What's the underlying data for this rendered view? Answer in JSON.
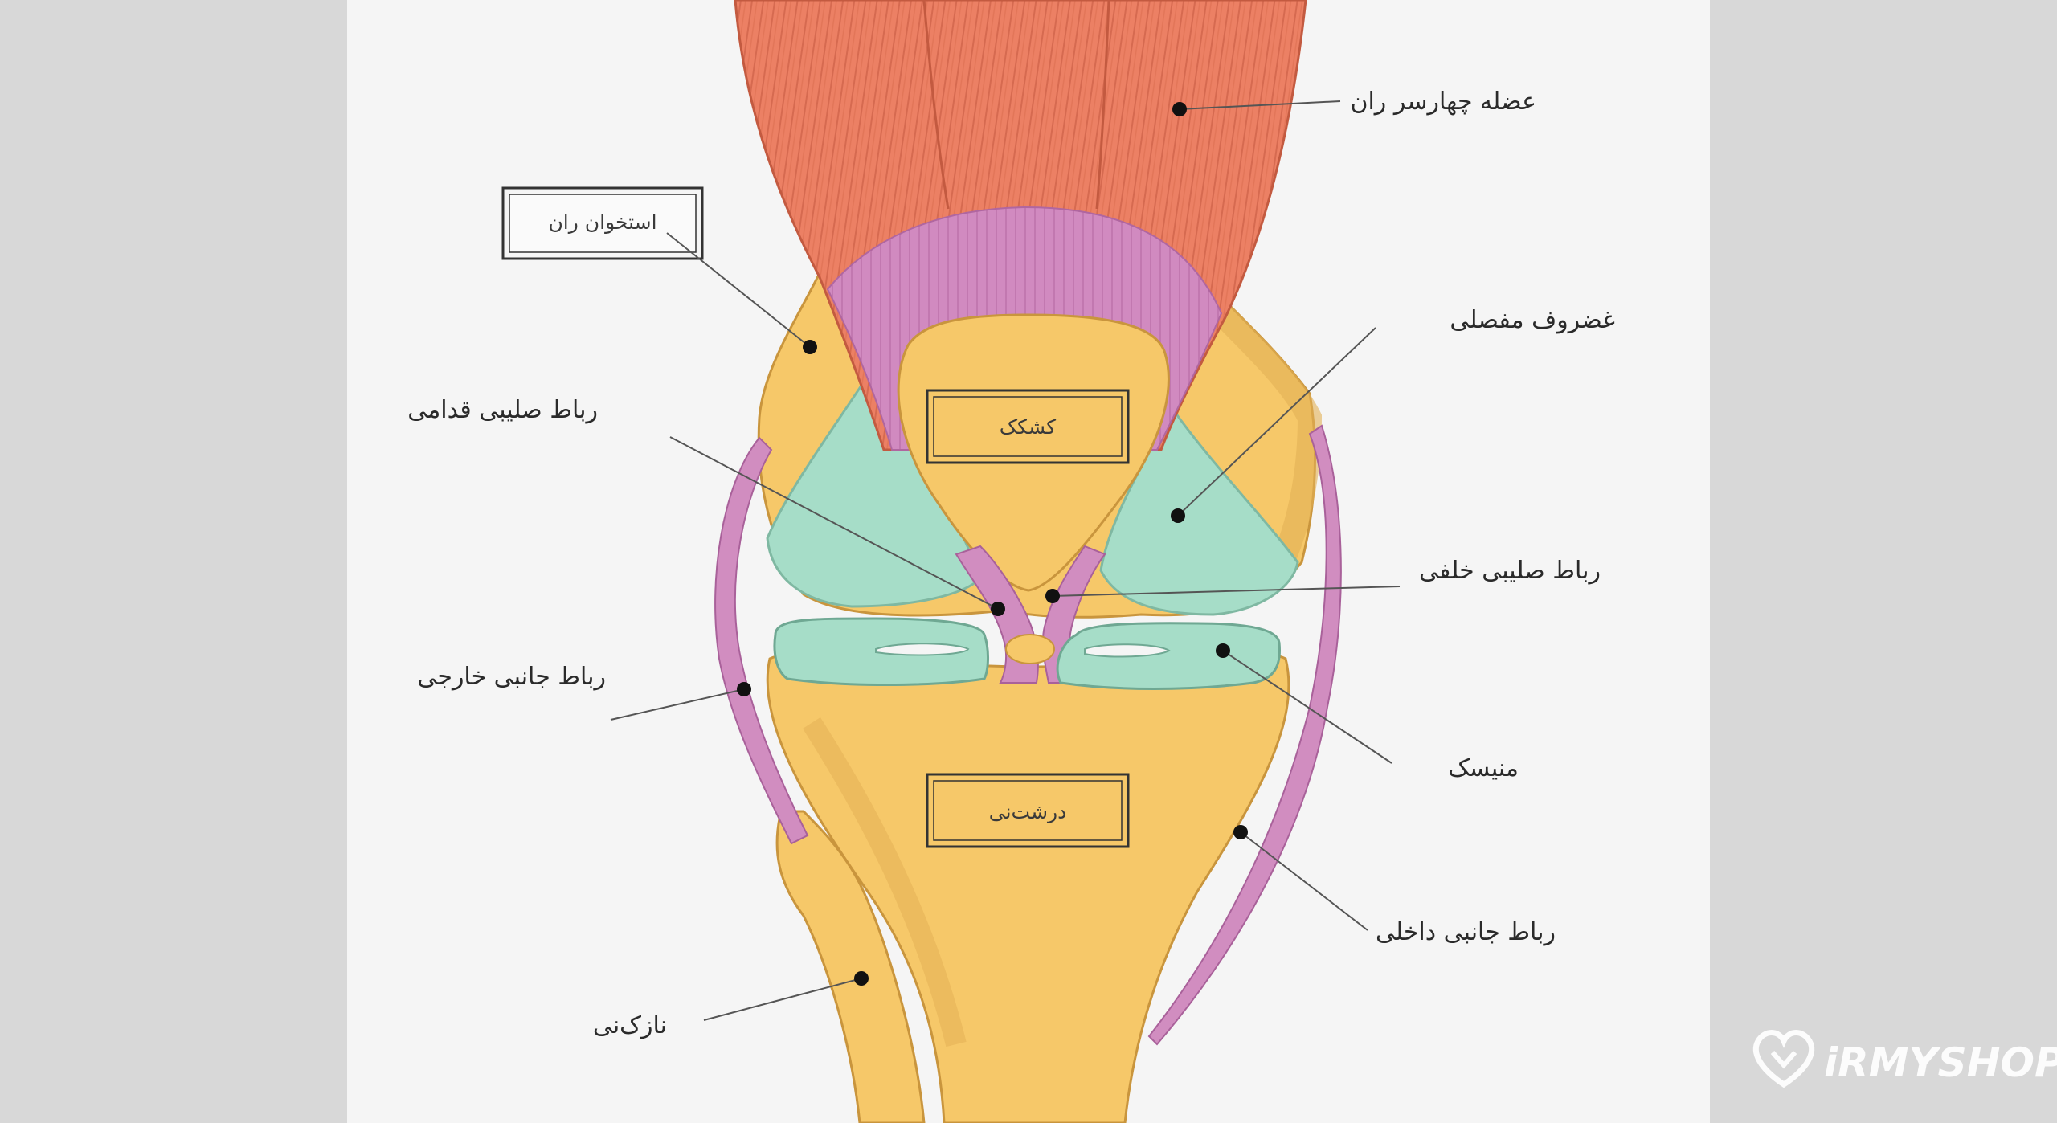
{
  "diagram": {
    "labels": {
      "quadriceps": "عضله چهارسر ران",
      "femur": "استخوان ران",
      "articular_cartilage": "غضروف مفصلی",
      "acl": "رباط صلیبی قدامی",
      "patella": "کشکک",
      "pcl": "رباط صلیبی خلفی",
      "lcl": "رباط جانبی خارجی",
      "meniscus": "منیسک",
      "tibia": "درشت‌نی",
      "mcl": "رباط جانبی داخلی",
      "fibula": "نازک‌نی"
    }
  },
  "watermark": {
    "text": "iRMYSHOP",
    "icon": "heart-logo-icon"
  },
  "colors": {
    "background": "#d8d8d8",
    "panel": "#f5f5f5",
    "muscle": "#ec8064",
    "tendon": "#d288bf",
    "bone": "#f6c869",
    "bone_shade": "#e3b055",
    "cartilage": "#a6ddc8",
    "ligament": "#d18dc0"
  }
}
